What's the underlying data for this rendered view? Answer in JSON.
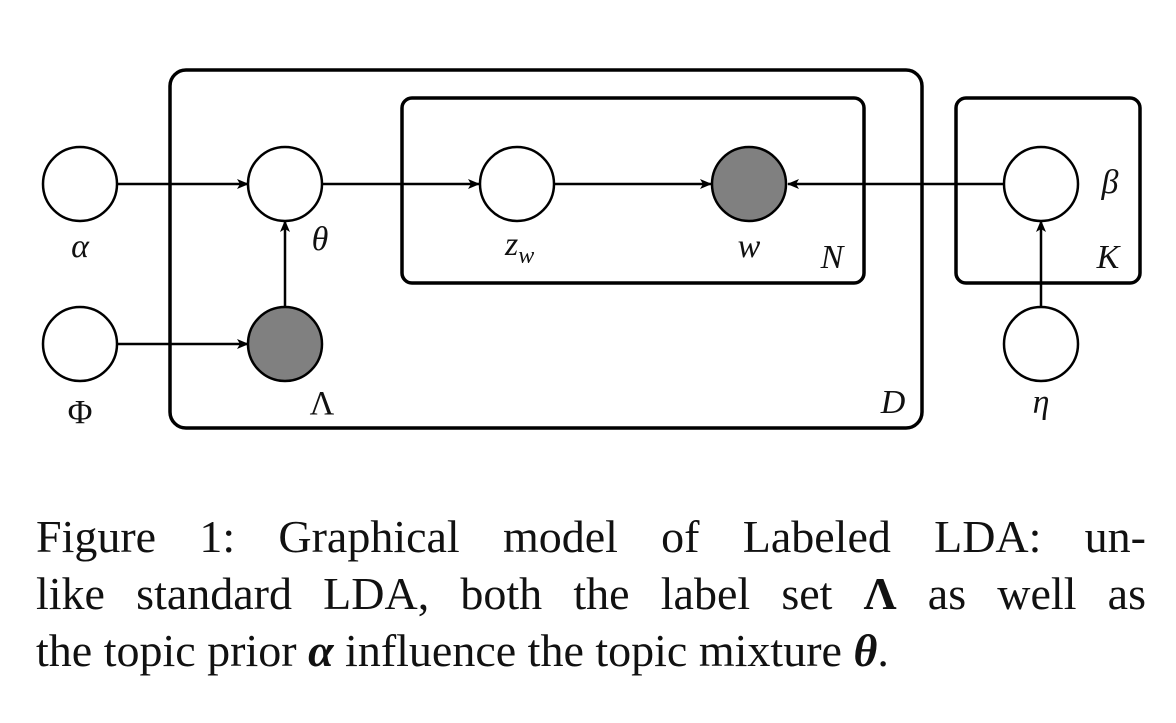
{
  "diagram": {
    "nodes": {
      "alpha": {
        "label": "α",
        "observed": false
      },
      "phi": {
        "label": "Φ",
        "observed": false
      },
      "theta": {
        "label": "θ",
        "observed": false
      },
      "lambda": {
        "label": "Λ",
        "observed": true
      },
      "z": {
        "label": "z",
        "subscript": "w",
        "observed": false
      },
      "w": {
        "label": "w",
        "observed": true
      },
      "beta": {
        "label": "β",
        "observed": false
      },
      "eta": {
        "label": "η",
        "observed": false
      }
    },
    "plates": {
      "D": "D",
      "N": "N",
      "K": "K"
    },
    "edges": [
      {
        "from": "alpha",
        "to": "theta"
      },
      {
        "from": "phi",
        "to": "lambda"
      },
      {
        "from": "lambda",
        "to": "theta"
      },
      {
        "from": "theta",
        "to": "z"
      },
      {
        "from": "z",
        "to": "w"
      },
      {
        "from": "beta",
        "to": "w"
      },
      {
        "from": "eta",
        "to": "beta"
      }
    ],
    "colors": {
      "observed_fill": "#808080",
      "latent_fill": "#ffffff",
      "stroke": "#000000"
    }
  },
  "caption": {
    "line1": "Figure 1: Graphical model of Labeled LDA: un-",
    "line2_before": "like standard LDA, both the label set ",
    "line2_symbol": "Λ",
    "line2_after": " as well as",
    "line3_before": "the topic prior ",
    "line3_symbol": "α",
    "line3_middle": " influence the topic mixture ",
    "line3_symbol2": "θ",
    "line3_after": "."
  }
}
